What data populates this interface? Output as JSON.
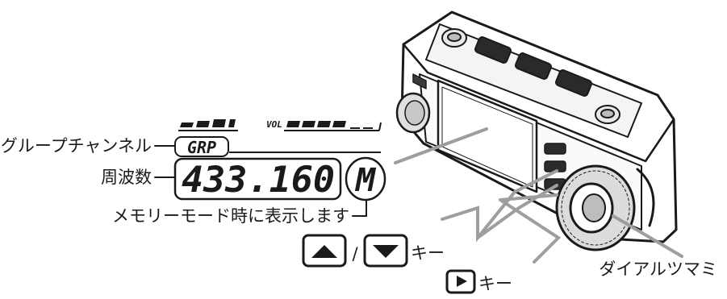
{
  "lcd": {
    "vol_label": "VOL",
    "group_text": "GRP",
    "frequency": "433.160",
    "mode_char": "M"
  },
  "labels": {
    "group_channel": "グループチャンネル",
    "frequency": "周波数",
    "memory_mode": "メモリーモード時に表示します",
    "updown_separator": "/",
    "updown_key_suffix": "キー",
    "play_key_suffix": "キー",
    "dial": "ダイアルツマミ"
  },
  "icons": {
    "up_key": "up-triangle-key-icon",
    "down_key": "down-triangle-key-icon",
    "play_key": "play-triangle-key-icon"
  },
  "colors": {
    "line": "#1a1a1a",
    "leader": "#9e9e9e",
    "lcd_fill": "#ffffff"
  }
}
